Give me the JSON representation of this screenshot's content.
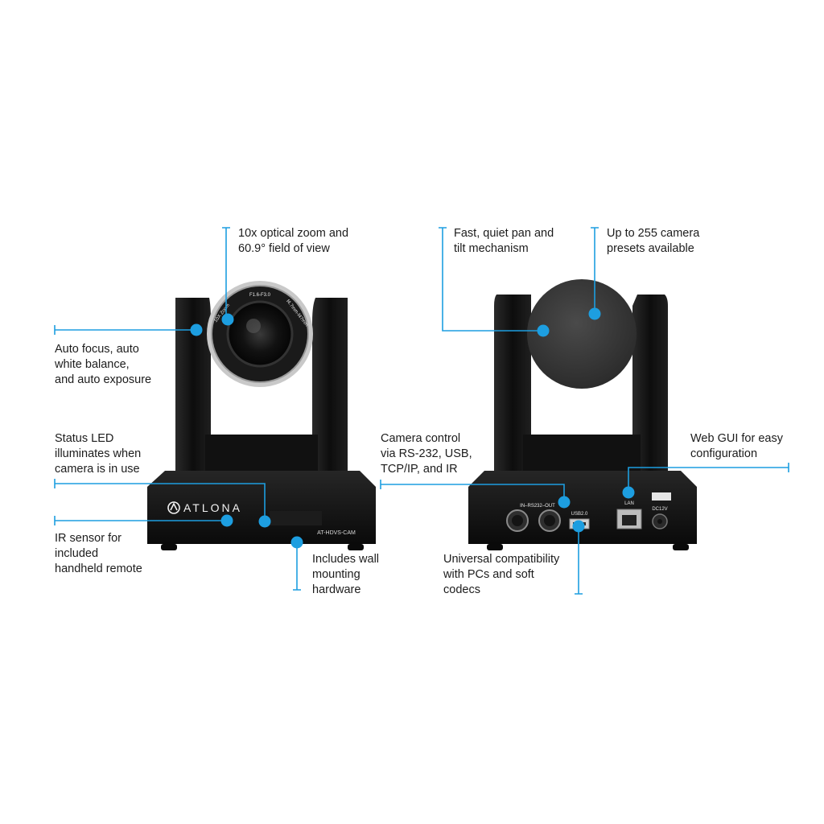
{
  "callouts": {
    "zoom": [
      "10x optical zoom and",
      "60.9° field of view"
    ],
    "autofocus": [
      "Auto focus, auto",
      "white balance,",
      "and auto exposure"
    ],
    "status_led": [
      "Status LED",
      "illuminates when",
      "camera is in use"
    ],
    "ir_sensor": [
      "IR sensor for",
      "included",
      "handheld remote"
    ],
    "wall_mount": [
      "Includes wall",
      "mounting",
      "hardware"
    ],
    "pan_tilt": [
      "Fast, quiet pan and",
      "tilt mechanism"
    ],
    "presets": [
      "Up to 255 camera",
      "presets available"
    ],
    "camera_control": [
      "Camera control",
      "via RS-232, USB,",
      "TCP/IP, and IR"
    ],
    "web_gui": [
      "Web GUI for easy",
      "configuration"
    ],
    "compatibility": [
      "Universal compatibility",
      "with PCs and soft",
      "codecs"
    ]
  },
  "front_camera": {
    "brand": "ATLONA",
    "model": "AT-HDVS-CAM",
    "lens_text_top": "F1.6-F3.0",
    "lens_text_left": "10X Zoom",
    "lens_text_right": "f4.7mm-f47mm"
  },
  "rear_camera": {
    "port_rs232": "IN–RS232–OUT",
    "port_usb": "USB2.0",
    "port_lan": "LAN",
    "port_power": "DC12V"
  },
  "colors": {
    "accent": "#1d9ee0",
    "body": "#141414",
    "text": "#1c1c1c"
  }
}
